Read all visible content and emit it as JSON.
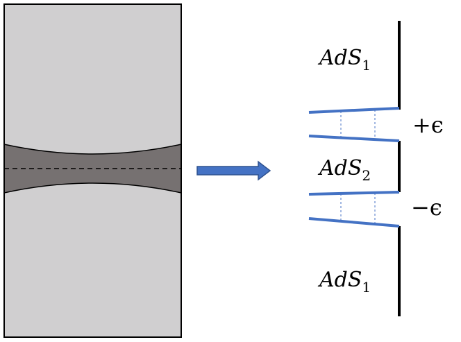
{
  "colors": {
    "background": "#ffffff",
    "cylinder_fill": "#d0cfd0",
    "neck_fill": "#767171",
    "outline": "#000000",
    "arrow": "#4472c4",
    "arrow_border": "#2f528f",
    "brane": "#4472c4",
    "boundary": "#000000"
  },
  "labels": {
    "top_region": {
      "base": "AdS",
      "sub": "1"
    },
    "middle_region": {
      "base": "AdS",
      "sub": "2"
    },
    "bottom_region": {
      "base": "AdS",
      "sub": "1"
    },
    "upper_gap": "+ϵ",
    "lower_gap": "−ϵ"
  },
  "icons": {
    "transition_arrow": "right-arrow-icon"
  }
}
